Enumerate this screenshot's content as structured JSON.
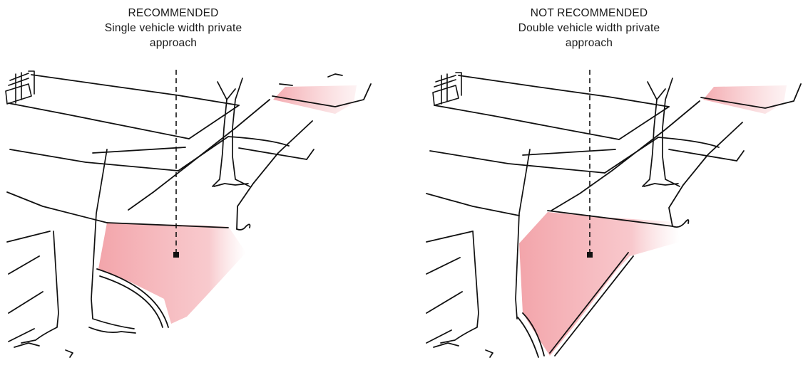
{
  "panels": [
    {
      "id": "recommended",
      "heading": "RECOMMENDED",
      "subheading": "Single vehicle width private approach",
      "approach_color": "#f2a0a6"
    },
    {
      "id": "not-recommended",
      "heading": "NOT  RECOMMENDED",
      "subheading": "Double vehicle width private approach",
      "approach_color": "#f2a0a6"
    }
  ]
}
